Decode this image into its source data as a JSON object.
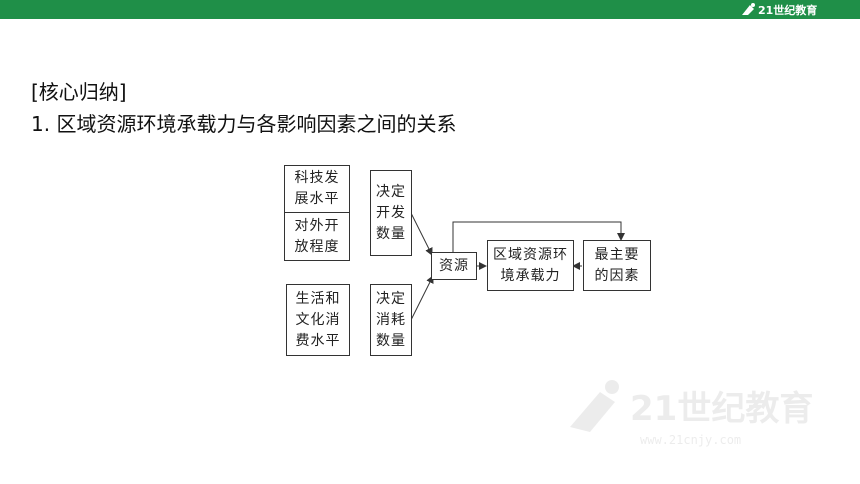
{
  "header": {
    "logo_text": "21世纪教育",
    "accent_color": "#1f8f48"
  },
  "section": {
    "title": "[核心归纳]",
    "subtitle": "1.  区域资源环境承载力与各影响因素之间的关系"
  },
  "diagram": {
    "box_tech_development": [
      "科技发",
      "展水平"
    ],
    "box_openness": [
      "对外开",
      "放程度"
    ],
    "box_decide_dev": [
      "决定",
      "开发",
      "数量"
    ],
    "box_living": [
      "生活和",
      "文化消",
      "费水平"
    ],
    "box_decide_consume": [
      "决定",
      "消耗",
      "数量"
    ],
    "box_resources": "资源",
    "box_capacity": [
      "区域资源环",
      "境承载力"
    ],
    "box_main_factor": [
      "最主要",
      "的因素"
    ]
  },
  "watermark": {
    "text": "21世纪教育",
    "url_text": "www.21cnjy.com"
  }
}
